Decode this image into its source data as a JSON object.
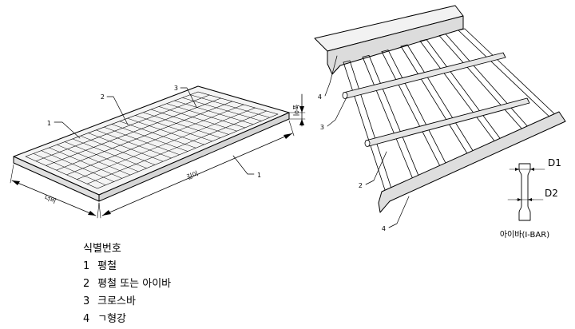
{
  "left_figure": {
    "callouts": [
      "1",
      "2",
      "3",
      "1"
    ],
    "dimensions": {
      "width": "너비",
      "length": "길이",
      "height": "높이"
    }
  },
  "right_figure": {
    "callouts": [
      "4",
      "3",
      "2",
      "4"
    ],
    "i_bar": {
      "d1": "D1",
      "d2": "D2",
      "caption": "아이바(I-BAR)"
    }
  },
  "legend": {
    "title": "식별번호",
    "items": [
      {
        "no": "1",
        "label": "평철"
      },
      {
        "no": "2",
        "label": "평철 또는 아이바"
      },
      {
        "no": "3",
        "label": "크로스바"
      },
      {
        "no": "4",
        "label": "ㄱ형강"
      }
    ]
  }
}
